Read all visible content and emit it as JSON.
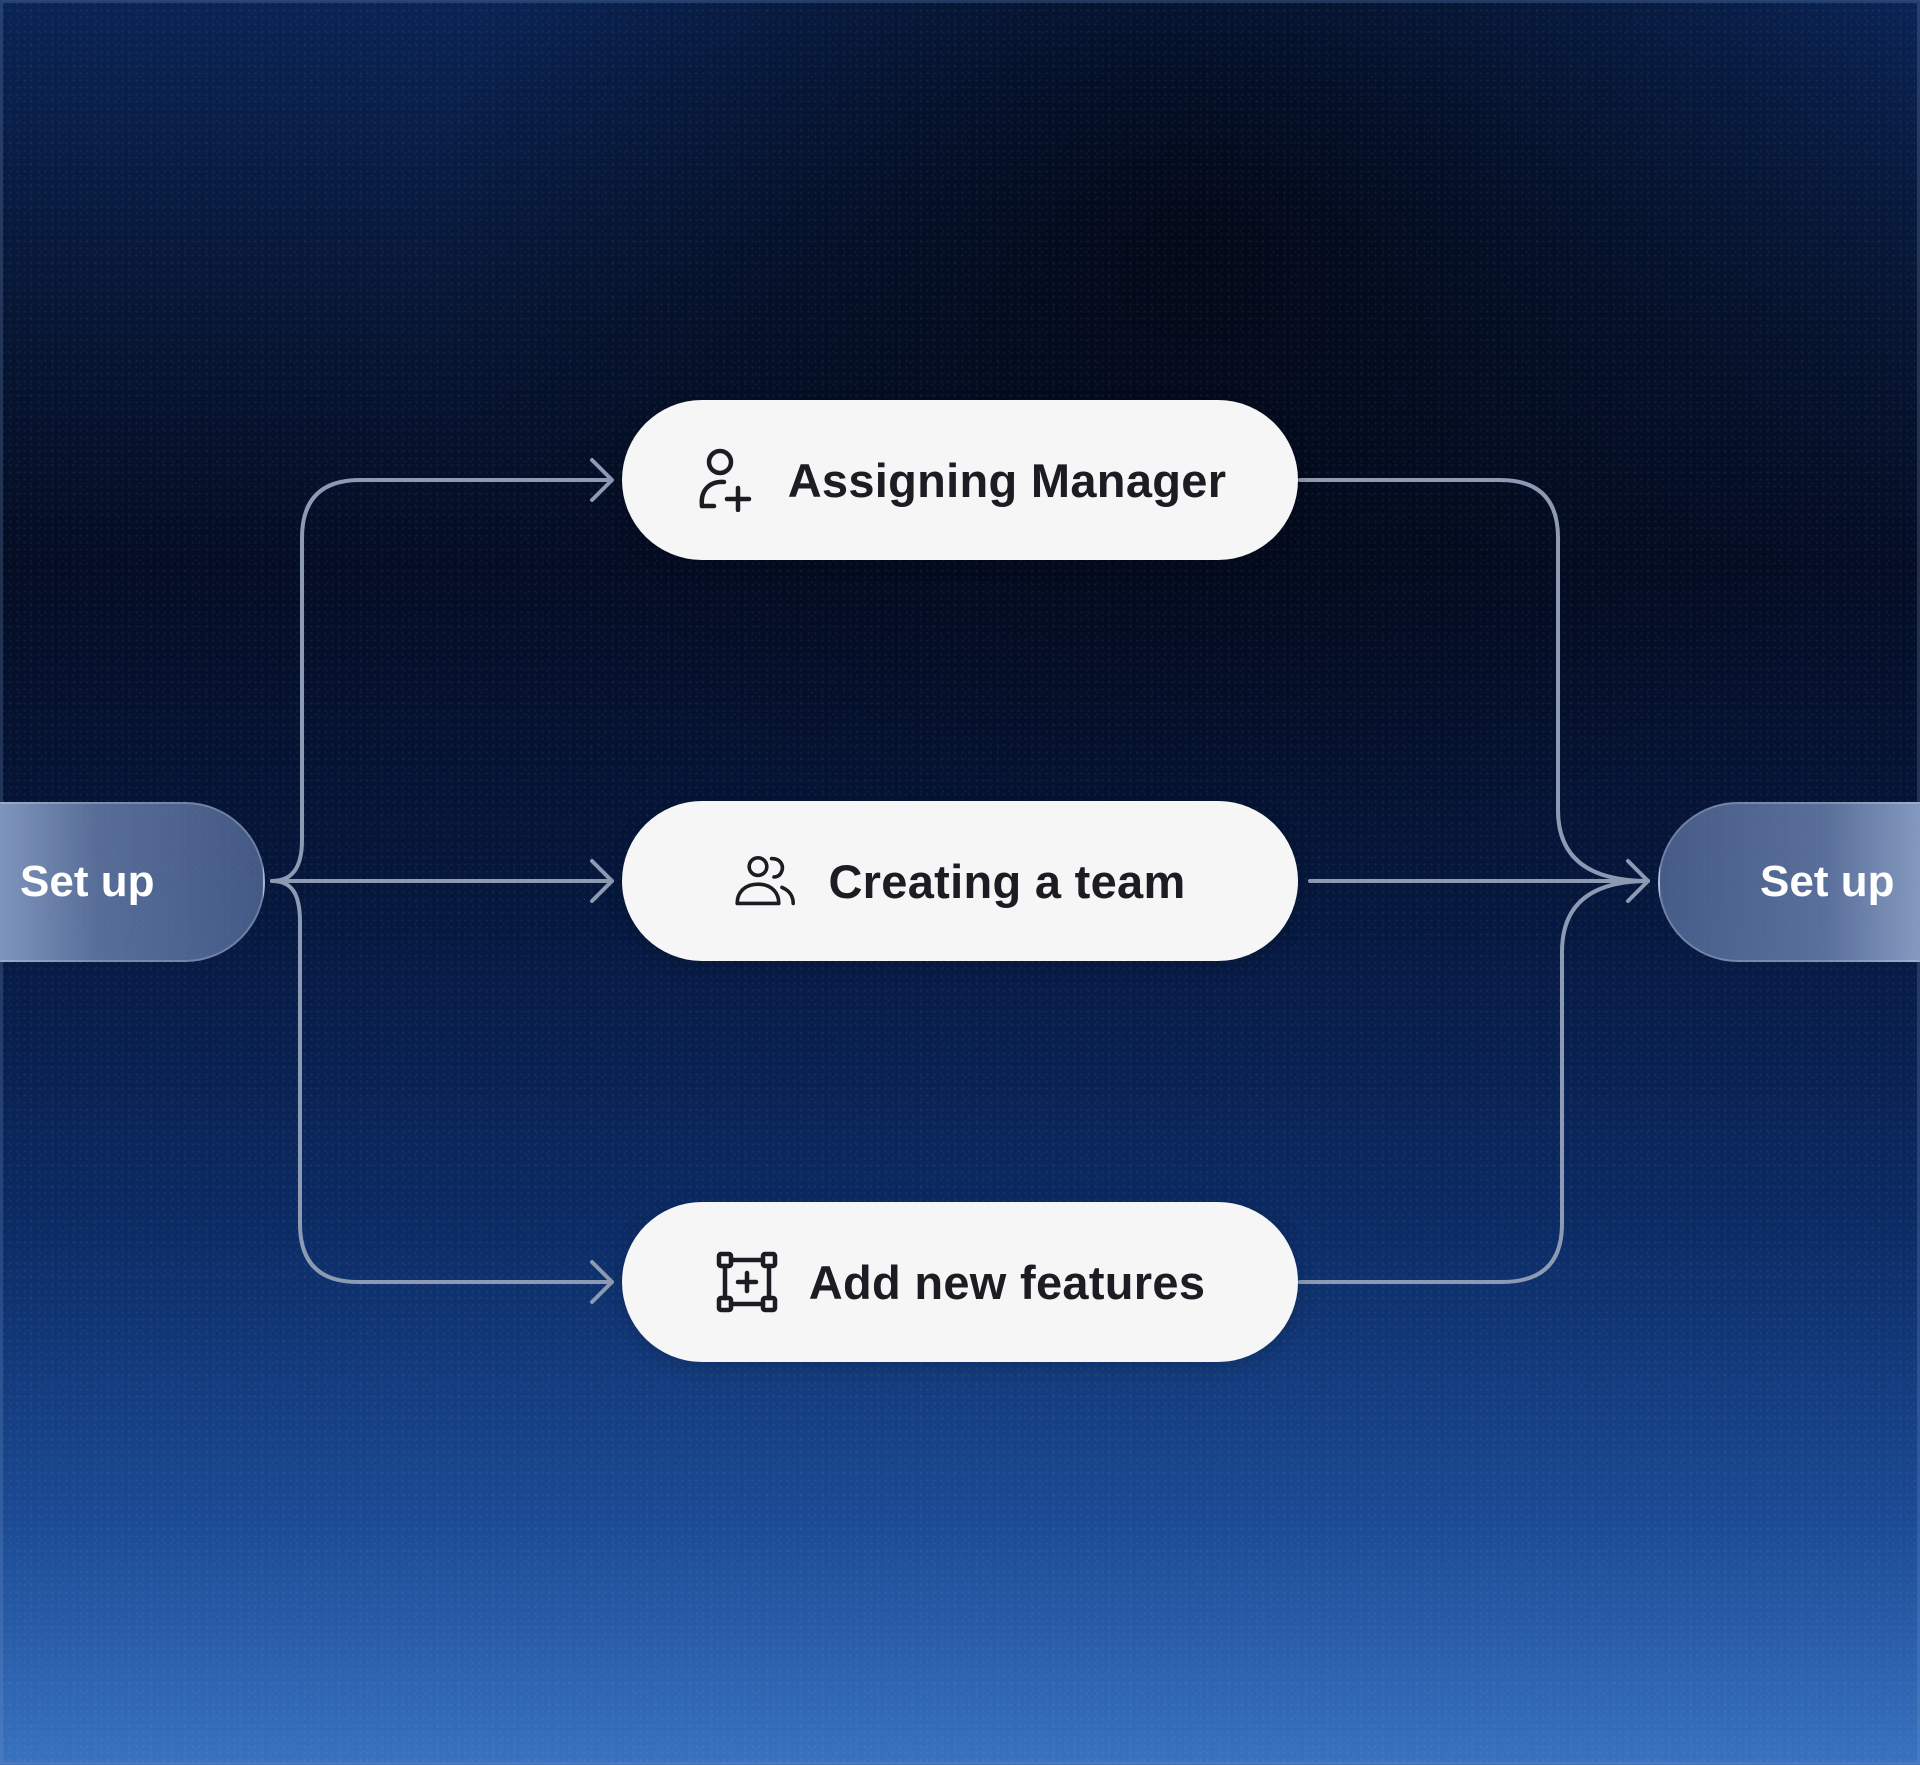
{
  "flow": {
    "source": {
      "label": "Set up"
    },
    "target": {
      "label": "Set up"
    },
    "steps": [
      {
        "label": "Assigning Manager",
        "icon": "user-plus-icon"
      },
      {
        "label": "Creating a team",
        "icon": "users-icon"
      },
      {
        "label": "Add new features",
        "icon": "add-frame-icon"
      }
    ]
  },
  "colors": {
    "connector": "#8d9ab4",
    "pill": "#f6f6f7",
    "pill_text": "#1c1d22",
    "terminal_text": "#ffffff"
  }
}
